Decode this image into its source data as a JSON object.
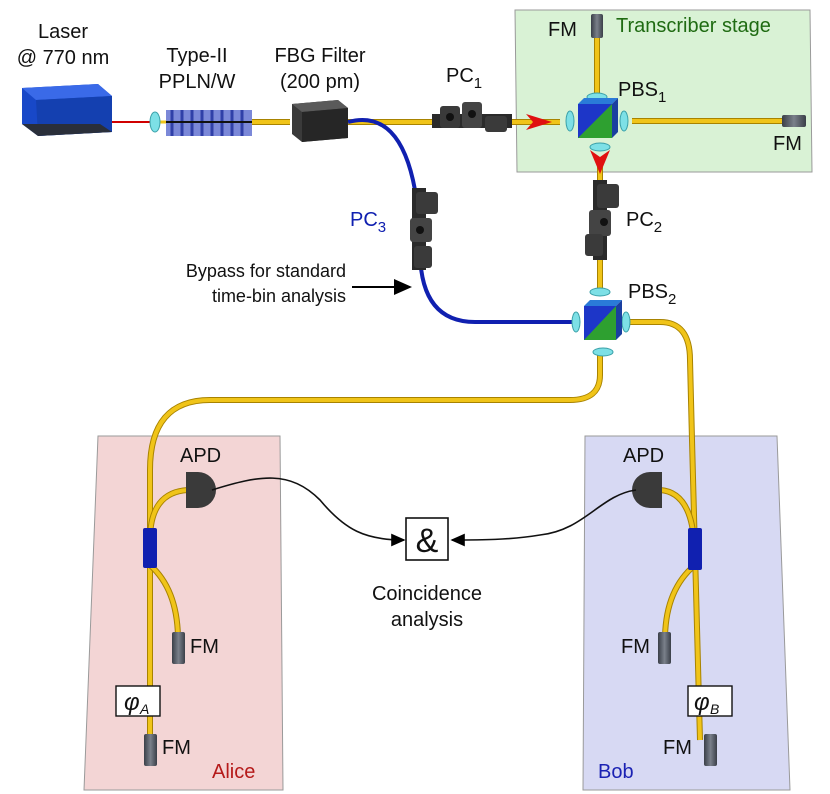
{
  "labels": {
    "laser": "Laser",
    "laser_wavelength": "@ 770 nm",
    "ppln_line1": "Type-II",
    "ppln_line2": "PPLN/W",
    "fbg_line1": "FBG Filter",
    "fbg_line2": "(200 pm)",
    "pc1": "PC",
    "pc1_sub": "1",
    "pc2": "PC",
    "pc2_sub": "2",
    "pc3": "PC",
    "pc3_sub": "3",
    "pbs1": "PBS",
    "pbs1_sub": "1",
    "pbs2": "PBS",
    "pbs2_sub": "2",
    "transcriber": "Transcriber stage",
    "fm": "FM",
    "bypass_line1": "Bypass for standard",
    "bypass_line2": "time-bin analysis",
    "apd": "APD",
    "coincidence_symbol": "&",
    "coincidence_line1": "Coincidence",
    "coincidence_line2": "analysis",
    "phi": "φ",
    "phi_a_sub": "A",
    "phi_b_sub": "B",
    "alice": "Alice",
    "bob": "Bob"
  },
  "colors": {
    "transcriber_bg": "#d9f2d5",
    "transcriber_text": "#1f6b12",
    "alice_bg": "#f3d5d5",
    "alice_text": "#b51a1a",
    "bob_bg": "#d7d9f3",
    "bob_text": "#1b22b3",
    "fiber_yellow": "#f0c419",
    "fiber_blue": "#1020b0",
    "laser_blue": "#1848c8",
    "arrow_red": "#e01010"
  }
}
